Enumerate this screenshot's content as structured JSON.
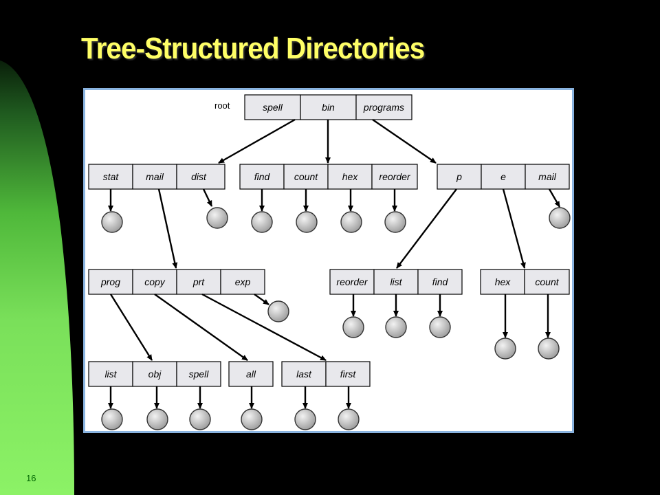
{
  "slide": {
    "title": "Tree-Structured Directories",
    "number": "16"
  },
  "diagram": {
    "root_label": "root",
    "cells": {
      "r_spell": "spell",
      "r_bin": "bin",
      "r_programs": "programs",
      "a_stat": "stat",
      "a_mail": "mail",
      "a_dist": "dist",
      "b_find": "find",
      "b_count": "count",
      "b_hex": "hex",
      "b_reorder": "reorder",
      "c_p": "p",
      "c_e": "e",
      "c_mail": "mail",
      "d_prog": "prog",
      "d_copy": "copy",
      "d_prt": "prt",
      "d_exp": "exp",
      "e_reorder": "reorder",
      "e_list": "list",
      "e_find": "find",
      "f_hex": "hex",
      "f_count": "count",
      "g_list": "list",
      "g_obj": "obj",
      "g_spell": "spell",
      "h_all": "all",
      "i_last": "last",
      "i_first": "first"
    }
  }
}
